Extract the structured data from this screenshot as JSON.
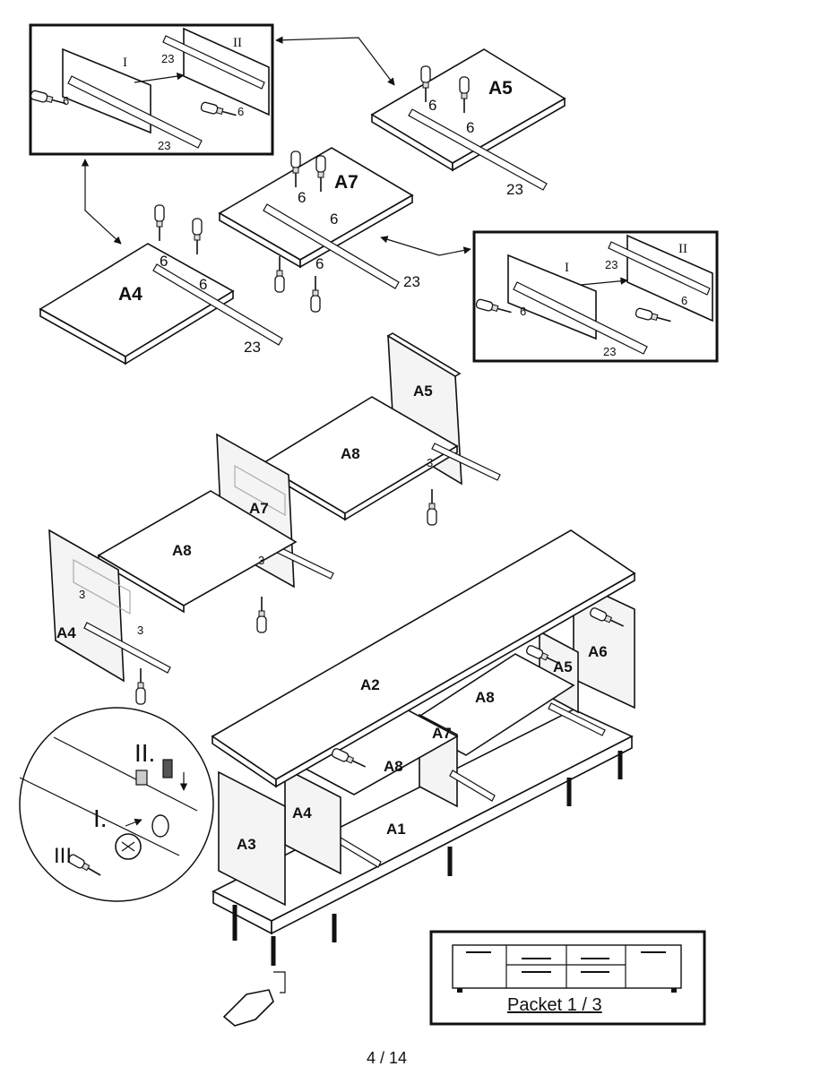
{
  "page_number": "4 / 14",
  "packet_label": "Packet 1 / 3",
  "parts": {
    "a1": "A1",
    "a2": "A2",
    "a3": "A3",
    "a4": "A4",
    "a5": "A5",
    "a6": "A6",
    "a7": "A7",
    "a8": "A8"
  },
  "hardware": {
    "screw_6": "6",
    "rail_23": "23",
    "cam_3": "3"
  },
  "steps": {
    "i": "I",
    "ii": "II",
    "i_dot": "I.",
    "ii_dot": "II.",
    "iii": "III"
  }
}
